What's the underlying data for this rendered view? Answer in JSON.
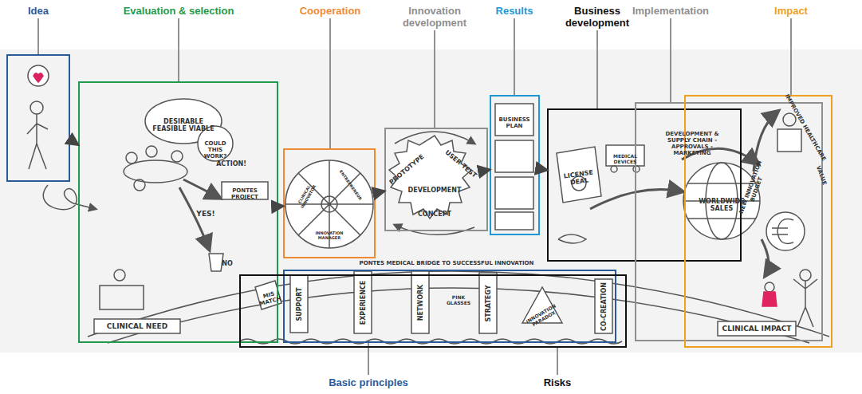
{
  "diagram": {
    "nodes": [
      {
        "text": [
          "Idea"
        ]
      },
      {
        "text": [
          "Evaluation & selection"
        ]
      },
      {
        "text": [
          "Cooperation"
        ]
      },
      {
        "text": [
          "Innovation development"
        ]
      },
      {
        "text": [
          "Results"
        ]
      },
      {
        "text": [
          "Business development"
        ]
      },
      {
        "text": [
          "Implementation"
        ]
      },
      {
        "text": [
          "Impact"
        ]
      },
      {
        "text": [
          "Basic principles"
        ]
      },
      {
        "text": [
          "Risks"
        ]
      }
    ],
    "edges": [
      {
        "from": 0,
        "to": 1,
        "arrow": "to"
      },
      {
        "from": 1,
        "to": 2,
        "arrow": "to"
      },
      {
        "from": 2,
        "to": 3,
        "arrow": "to"
      },
      {
        "from": 3,
        "to": 4,
        "arrow": "to"
      },
      {
        "from": 4,
        "to": 5,
        "arrow": "to"
      }
    ],
    "labels": [
      "DESIRABLE FEASIBLE VIABLE",
      "COULD THIS WORK?",
      "ACTION!",
      "PONTES PROJECT",
      "YES!",
      "NO",
      "CLINICAL NEED",
      "PROTOTYPE",
      "USER TEST",
      "DEVELOPMENT",
      "CONCEPT",
      "BUSINESS PLAN",
      "LICENSE DEAL",
      "MEDICAL DEVICES",
      "DEVELOPMENT & SUPPLY CHAIN - APPROVALS - MARKETING",
      "WORLDWIDE SALES",
      "IMPROVED HEALTHCARE",
      "NEW INNOVATION BUDGET",
      "VALUE",
      "CLINICAL IMPACT",
      "PONTES MEDICAL BRIDGE TO SUCCESSFUL INNOVATION",
      "MIS MATCH",
      "SUPPORT",
      "EXPERIENCE",
      "NETWORK",
      "PINK GLASSES",
      "STRATEGY",
      "INNOVATION PARADOX",
      "CO-CREATION",
      "CLINICAL INNOVATOR",
      "ENTREPRENEUR",
      "INNOVATION MANAGER"
    ]
  }
}
